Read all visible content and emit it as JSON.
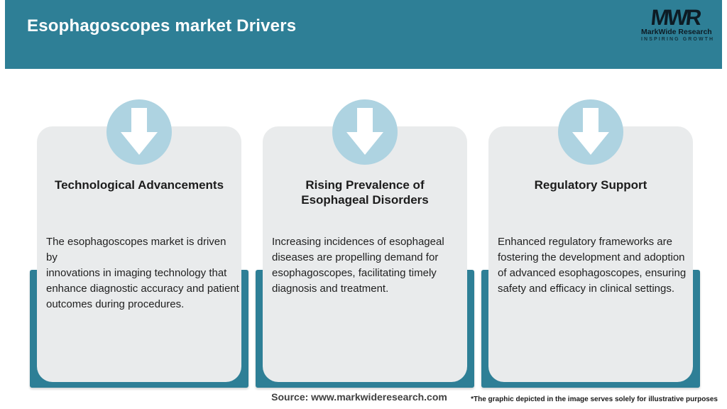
{
  "header": {
    "title": "Esophagoscopes market Drivers"
  },
  "logo": {
    "monogram": "MWR",
    "name": "MarkWide Research",
    "tagline": "INSPIRING GROWTH"
  },
  "cards": [
    {
      "icon": "down-arrow-icon",
      "title": "Technological Advancements",
      "body": "The esophagoscopes market is driven by\ninnovations in imaging technology that\nenhance diagnostic accuracy and patient\noutcomes during procedures."
    },
    {
      "icon": "down-arrow-icon",
      "title": "Rising Prevalence of\nEsophageal Disorders",
      "body": "Increasing incidences of esophageal\ndiseases are propelling demand for\nesophagoscopes, facilitating timely\ndiagnosis and treatment."
    },
    {
      "icon": "down-arrow-icon",
      "title": "Regulatory Support",
      "body": "Enhanced regulatory frameworks are\nfostering the development and adoption\nof advanced esophagoscopes, ensuring\nsafety and efficacy in clinical settings."
    }
  ],
  "footer": {
    "source": "Source: www.markwideresearch.com",
    "disclaimer": "*The graphic depicted in the image serves solely for illustrative purposes"
  },
  "colors": {
    "header_teal": "#2e7f96",
    "backdrop_teal": "#2e7f96",
    "circle_blue": "#aed3e1",
    "card_gray": "#e9ebec",
    "title_text": "#1c1c1c",
    "header_text": "#ffffff"
  }
}
